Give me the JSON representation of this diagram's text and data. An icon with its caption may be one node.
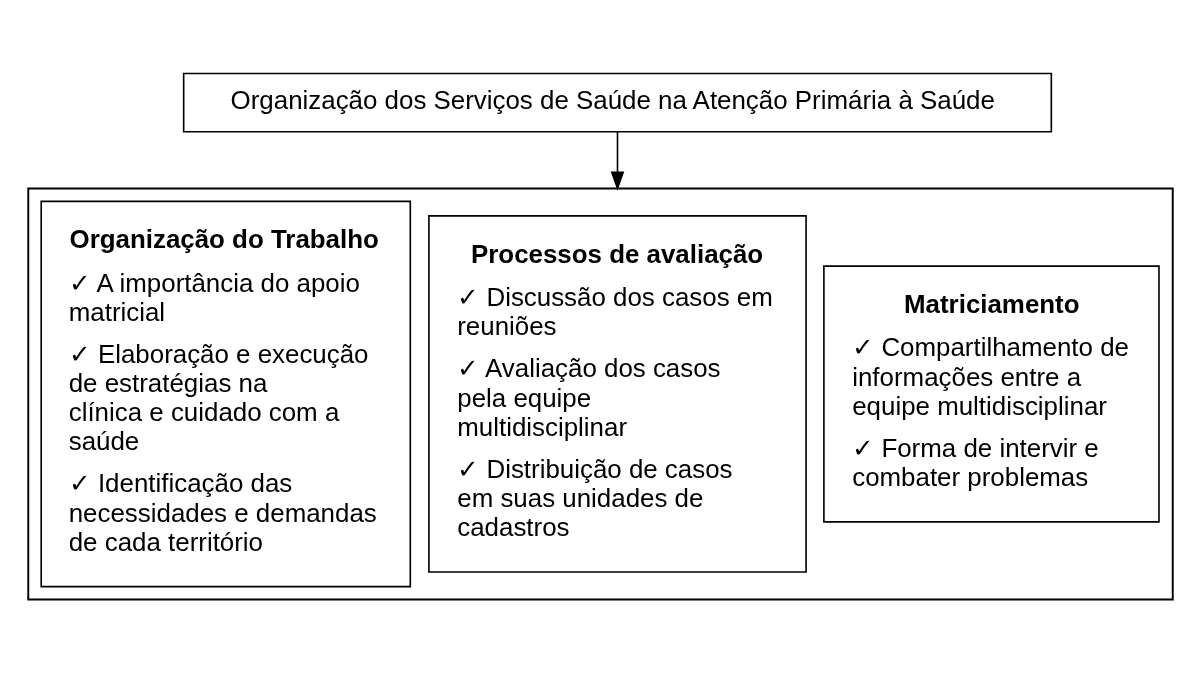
{
  "diagram": {
    "nodes": [
      {
        "text": [
          "Organização dos Serviços de Saúde na Atenção Primária à Saúde"
        ]
      },
      {
        "text": [],
        "shape": "box"
      },
      {
        "text": [
          "Organização do Trabalho",
          "✓ A importância do apoio matricial",
          "✓ Elaboração e execução de estratégias na clínica e cuidado com a saúde",
          "✓ Identificação das necessidades e demandas de cada território"
        ],
        "in": 1
      },
      {
        "text": [
          "Processos de avaliação",
          "✓ Discussão dos casos em reuniões",
          "✓ Avaliação dos casos pela equipe multidisciplinar",
          "✓ Distribuição de casos em suas unidades de cadastros"
        ],
        "in": 1
      },
      {
        "text": [
          "Matriciamento",
          "✓ Compartilhamento de informações entre a equipe multidisciplinar",
          "✓ Forma de intervir e combater problemas"
        ],
        "in": 1
      }
    ],
    "edges": [
      {
        "from": 0,
        "to": 1,
        "arrow": "to"
      }
    ]
  }
}
